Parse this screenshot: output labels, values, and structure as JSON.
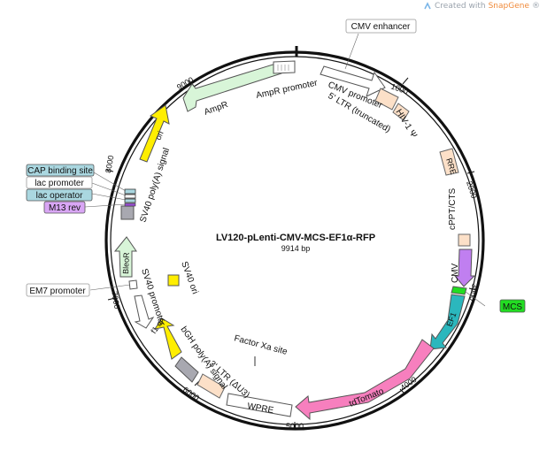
{
  "header": {
    "created_with": "Created with",
    "brand": "SnapGene",
    "reg": "®"
  },
  "plasmid": {
    "name": "LV120-pLenti-CMV-MCS-EF1α-RFP",
    "size": "9914 bp"
  },
  "ticks": [
    "1000",
    "2000",
    "3000",
    "4000",
    "5000",
    "6000",
    "7000",
    "8000",
    "9000"
  ],
  "features": {
    "cmv_enhancer": "CMV enhancer",
    "cmv_promoter": "CMV promoter",
    "ltr5": "5' LTR (truncated)",
    "hiv_psi": "HIV-1 Ψ",
    "rre": "RRE",
    "cppt": "cPPT/CTS",
    "cmv_small": "CMV",
    "mcs": "MCS",
    "ef1": "EF1",
    "tdtomato": "tdTomato",
    "factor_xa": "Factor Xa site",
    "wpre": "WPRE",
    "ltr3": "3' LTR (ΔU3)",
    "bgh": "bGH poly(A) signal",
    "f1ori": "f1 ori",
    "sv40_promoter": "SV40 promoter",
    "em7": "EM7 promoter",
    "bleor": "BleoR",
    "sv40_ori": "SV40 ori",
    "m13rev": "M13 rev",
    "lac_operator": "lac operator",
    "lac_promoter": "lac promoter",
    "cap_site": "CAP binding site",
    "sv40_polya": "SV40 poly(A) signal",
    "ori": "ori",
    "ampr": "AmpR",
    "ampr_promoter": "AmpR promoter"
  },
  "colors": {
    "backbone": "#111111",
    "promoter_fill": "#ffffff",
    "ltr": "#fce0c8",
    "ampr": "#d8f5d8",
    "ori": "#ffee00",
    "gray": "#a8a8b0",
    "purple": "#c07ff0",
    "green": "#22dd22",
    "teal": "#2bb7bd",
    "pink": "#f77fbe",
    "blue_label": "#aad7e0",
    "m13": "#d9a6f5"
  }
}
